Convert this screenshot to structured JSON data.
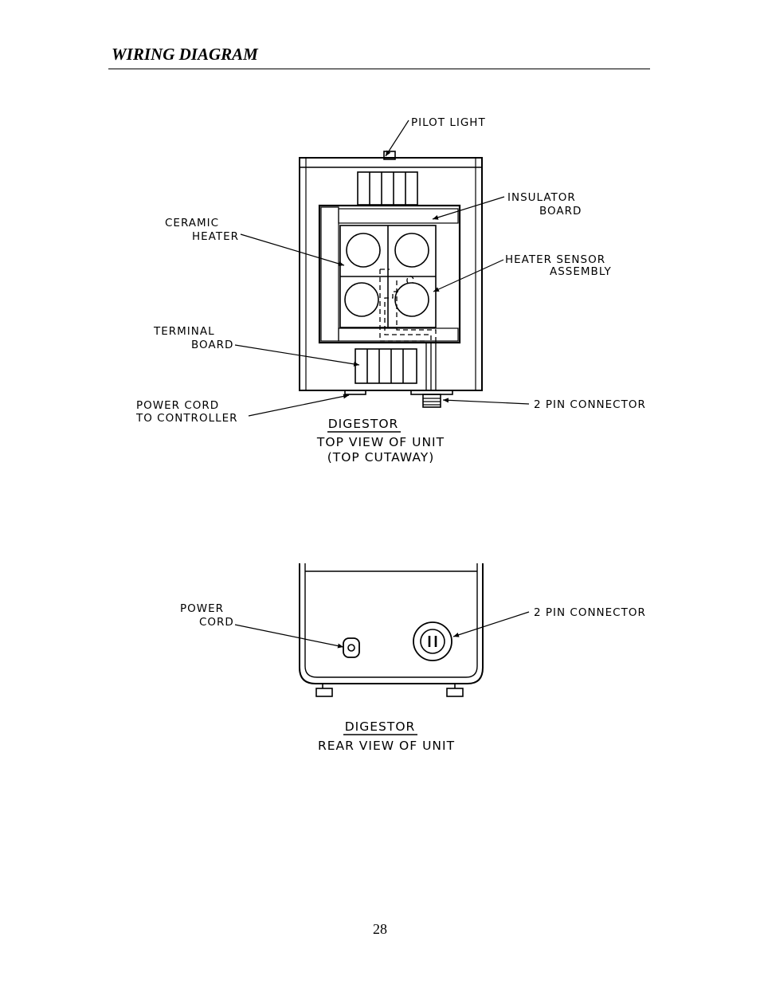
{
  "page": {
    "title": "WIRING DIAGRAM",
    "page_number": "28"
  },
  "top_view": {
    "labels": {
      "pilot_light": "PILOT LIGHT",
      "insulator_1": "INSULATOR",
      "insulator_2": "BOARD",
      "ceramic_1": "CERAMIC",
      "ceramic_2": "HEATER",
      "sensor_1": "HEATER SENSOR",
      "sensor_2": "ASSEMBLY",
      "terminal_1": "TERMINAL",
      "terminal_2": "BOARD",
      "power_1": "POWER CORD",
      "power_2": "TO CONTROLLER",
      "connector": "2 PIN CONNECTOR"
    },
    "caption": {
      "title": "DIGESTOR",
      "line1": "TOP VIEW OF UNIT",
      "line2": "(TOP CUTAWAY)"
    }
  },
  "rear_view": {
    "labels": {
      "power_1": "POWER",
      "power_2": "CORD",
      "connector": "2 PIN CONNECTOR"
    },
    "caption": {
      "title": "DIGESTOR",
      "line1": "REAR VIEW OF UNIT"
    }
  }
}
